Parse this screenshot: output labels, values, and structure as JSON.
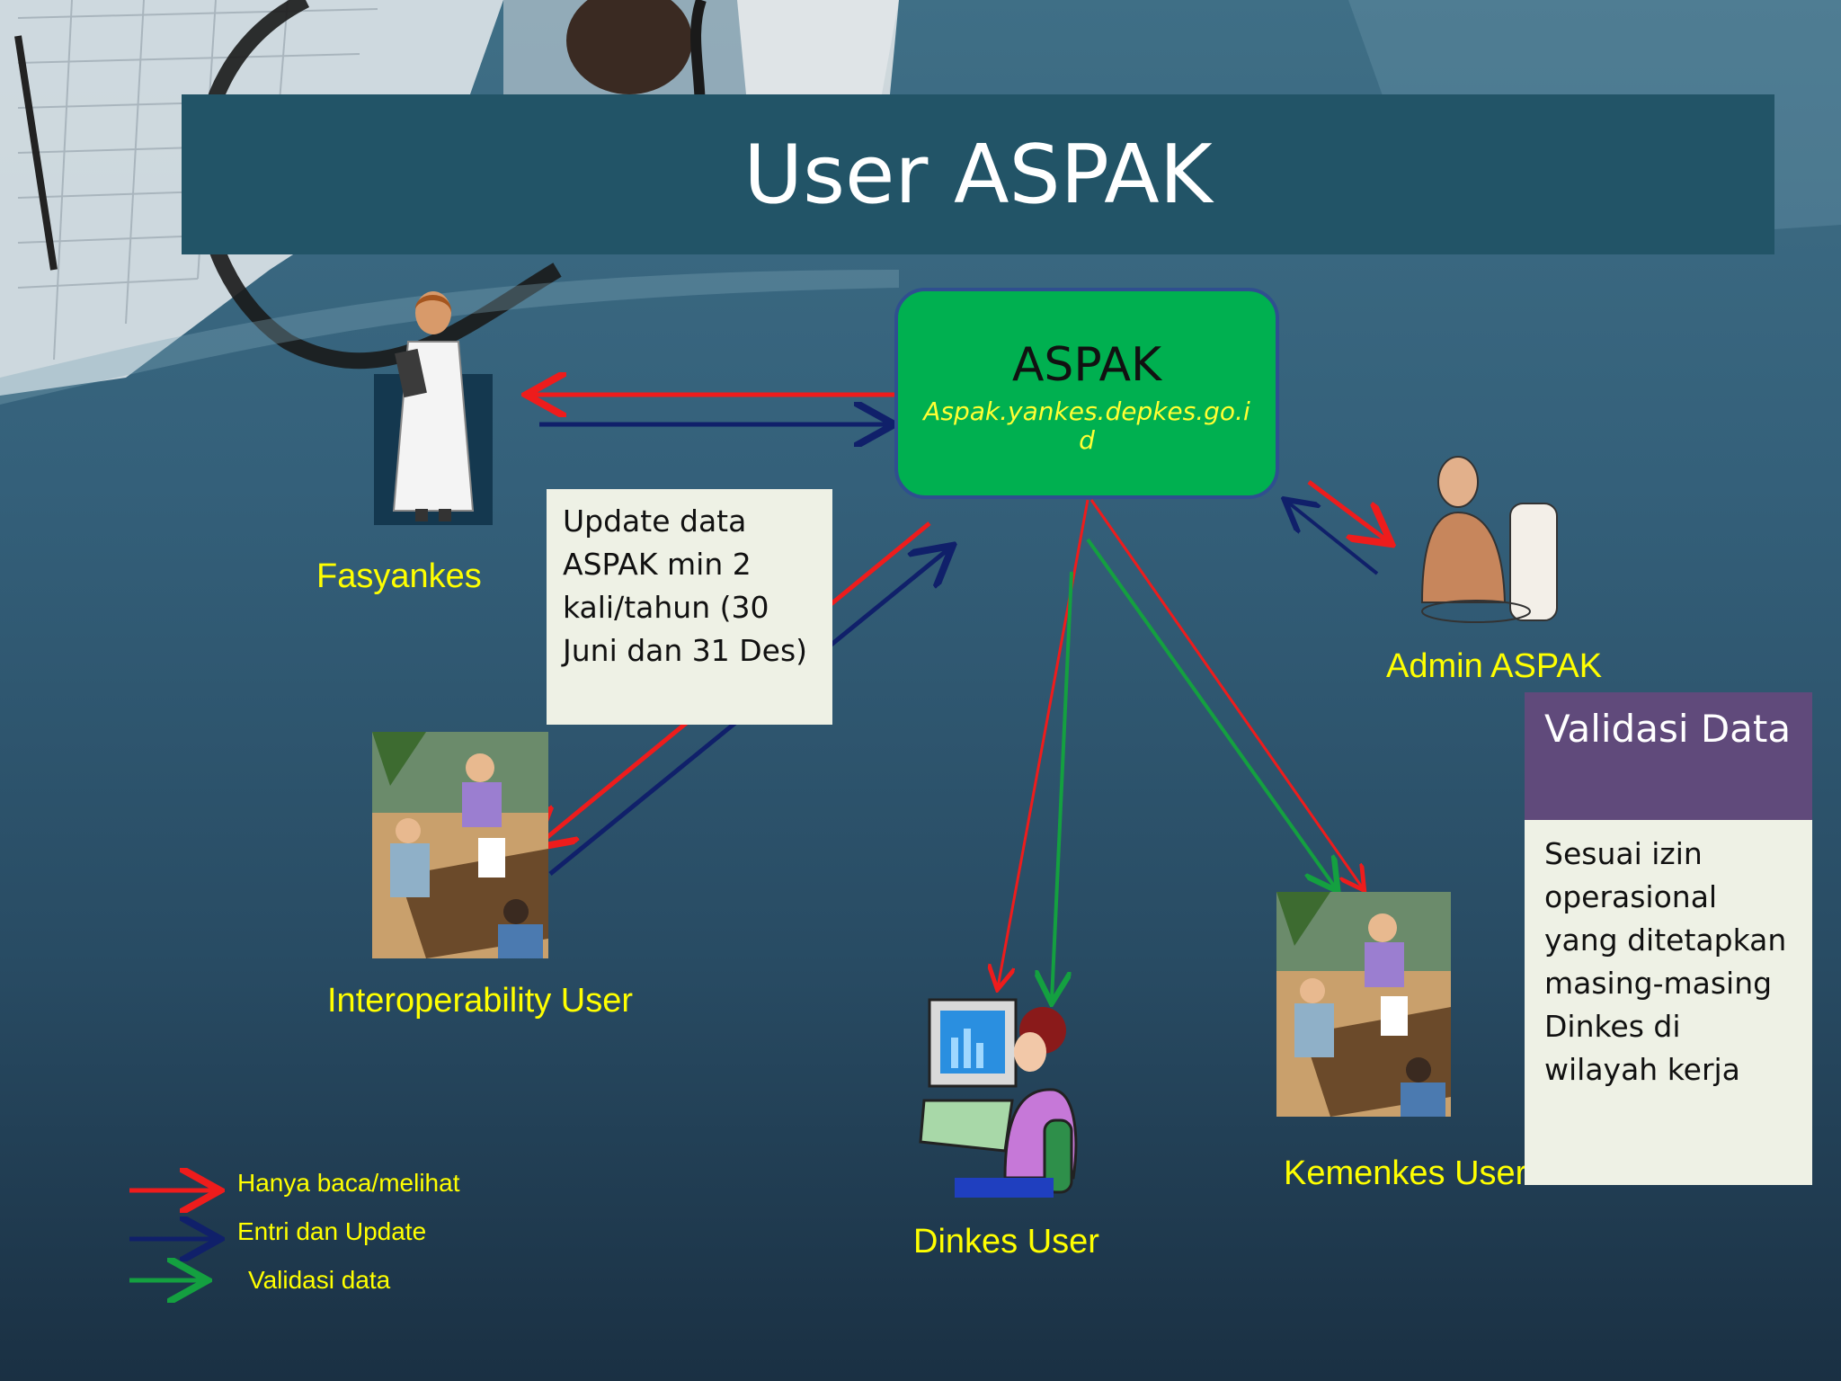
{
  "slide": {
    "title": "User ASPAK"
  },
  "aspak": {
    "title": "ASPAK",
    "url": "Aspak.yankes.depkes.go.id"
  },
  "note": {
    "text": "Update data ASPAK min 2 kali/tahun (30 Juni dan 31 Des)"
  },
  "users": {
    "fasyankes": "Fasyankes",
    "admin": "Admin ASPAK",
    "interoperability": "Interoperability User",
    "dinkes": "Dinkes User",
    "kemenkes": "Kemenkes User"
  },
  "validasi": {
    "title": "Validasi Data",
    "body": "Sesuai izin operasional yang ditetapkan masing-masing Dinkes di wilayah kerja"
  },
  "legend": [
    {
      "label": "Hanya baca/melihat",
      "color": "#ee1c1c"
    },
    {
      "label": "Entri dan Update",
      "color": "#10206a"
    },
    {
      "label": "Validasi data",
      "color": "#14a040"
    }
  ],
  "colors": {
    "read": "#ee1c1c",
    "entry": "#10206a",
    "validate": "#14a040",
    "aspak_fill": "#00b050",
    "label_text": "#ffff00",
    "banner": "#225467",
    "validasi_header": "#604a7b"
  }
}
